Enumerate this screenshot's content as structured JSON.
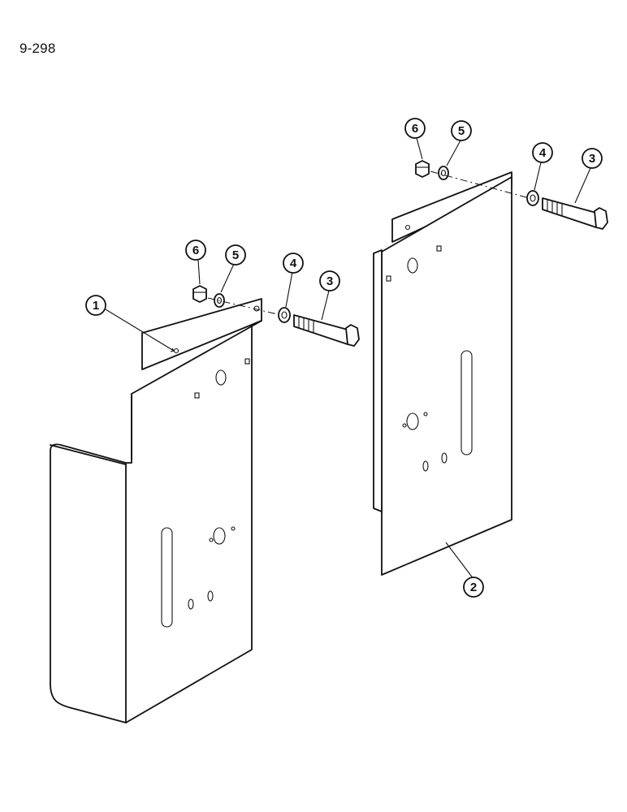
{
  "page": {
    "figure_id": "9-298"
  },
  "callouts": [
    {
      "id": "c1",
      "label": "1"
    },
    {
      "id": "c2",
      "label": "2"
    },
    {
      "id": "c3a",
      "label": "3"
    },
    {
      "id": "c4a",
      "label": "4"
    },
    {
      "id": "c5a",
      "label": "5"
    },
    {
      "id": "c6a",
      "label": "6"
    },
    {
      "id": "c3b",
      "label": "3"
    },
    {
      "id": "c4b",
      "label": "4"
    },
    {
      "id": "c5b",
      "label": "5"
    },
    {
      "id": "c6b",
      "label": "6"
    }
  ]
}
